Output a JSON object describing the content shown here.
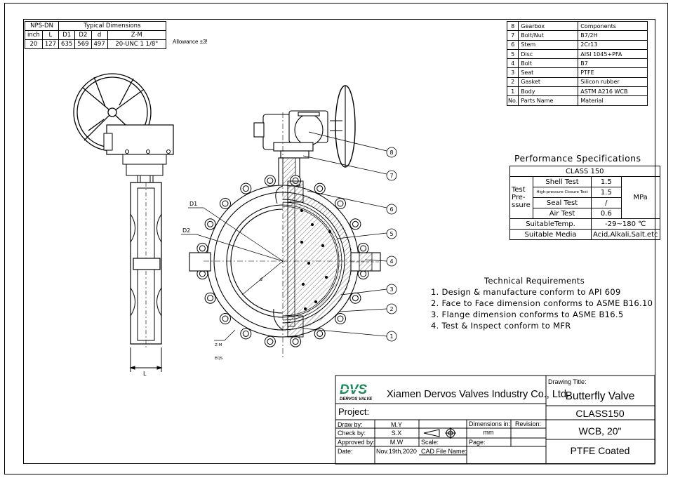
{
  "dims_table": {
    "col_nps": "NPS-DN",
    "col_typical": "Typical Dimensions",
    "headers": [
      "inch",
      "L",
      "D1",
      "D2",
      "d",
      "Z-M"
    ],
    "row": [
      "20",
      "127",
      "635",
      "569",
      "497",
      "20-UNC 1 1/8\""
    ]
  },
  "allowance": "Allowance ±3!",
  "parts": {
    "rows": [
      {
        "no": "8",
        "name": "Gearbox",
        "material": "Components"
      },
      {
        "no": "7",
        "name": "Bolt/Nut",
        "material": "B7/2H"
      },
      {
        "no": "6",
        "name": "Stem",
        "material": "2Cr13"
      },
      {
        "no": "5",
        "name": "Disc",
        "material": "AISI 1045+PFA"
      },
      {
        "no": "4",
        "name": "Bolt",
        "material": "B7"
      },
      {
        "no": "3",
        "name": "Seat",
        "material": "PTFE"
      },
      {
        "no": "2",
        "name": "Gasket",
        "material": "Silicon rubber"
      },
      {
        "no": "1",
        "name": "Body",
        "material": "ASTM A216 WCB"
      }
    ],
    "header": {
      "no": "No.",
      "name": "Parts Name",
      "material": "Material"
    }
  },
  "performance": {
    "title": "Performance Specifications",
    "class": "CLASS 150",
    "test_label": "Test Pre- ssure",
    "tests": [
      {
        "name": "Shell Test",
        "value": "1.5"
      },
      {
        "name": "High-pressure Closure Test",
        "value": "1.5"
      },
      {
        "name": "Seal Test",
        "value": "/"
      },
      {
        "name": "Air Test",
        "value": "0.6"
      }
    ],
    "unit": "MPa",
    "temp_label": "SuitableTemp.",
    "temp_value": "-29~180 ℃",
    "media_label": "Suitable Media",
    "media_value": "Acid,Alkali,Salt.etc"
  },
  "technical": {
    "title": "Technical Requirements",
    "items": [
      "1. Design & manufacture conform to API 609",
      "2. Face to Face dimension conforms to ASME B16.10",
      "3. Flange dimension conforms to ASME B16.5",
      "4. Test & Inspect conform to MFR"
    ]
  },
  "drawing_labels": {
    "d1": "D1",
    "d2": "D2",
    "l": "L",
    "d": "d",
    "zm": "Z-M",
    "eqs": "EQS",
    "callouts": [
      "8",
      "7",
      "6",
      "5",
      "4",
      "3",
      "2",
      "1"
    ]
  },
  "title_block": {
    "logo": "DVS",
    "logo_sub": "DERVOS VALVE",
    "company": "Xiamen Dervos Valves Industry Co., Ltd.",
    "drawing_title_label": "Drawing Title:",
    "drawing_title": "Butterfly Valve",
    "class": "CLASS150",
    "size": "WCB, 20\"",
    "coating": "PTFE Coated",
    "project_label": "Project:",
    "draw_by_label": "Draw by:",
    "draw_by": "M.Y",
    "check_by_label": "Check by:",
    "check_by": "S.X",
    "approved_by_label": "Approved by:",
    "approved_by": "M.W",
    "date_label": "Date:",
    "date": "Nov.19th,2020",
    "dimensions_label": "Dimensions in:",
    "dimensions_unit": "mm",
    "revision_label": "Revision:",
    "scale_label": "Scale:",
    "page_label": "Page:",
    "cad_label": "CAD File Name:"
  },
  "colors": {
    "logo": "#1a8a5a",
    "line": "#000000",
    "hatch": "#555555"
  }
}
